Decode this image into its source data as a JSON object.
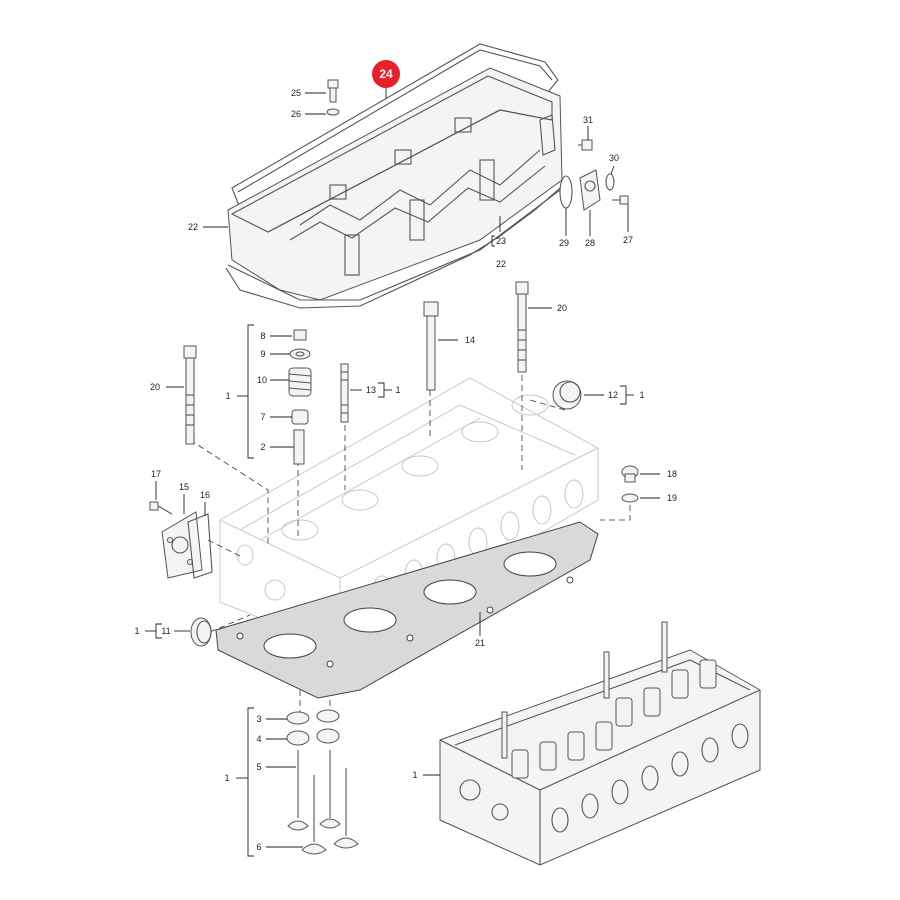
{
  "highlight": {
    "label": "24",
    "color": "#e8202a"
  },
  "callouts": {
    "c25": "25",
    "c26": "26",
    "c22a": "22",
    "c23": "23",
    "c22b": "22",
    "c31": "31",
    "c30": "30",
    "c27": "27",
    "c28": "28",
    "c29": "29",
    "c8": "8",
    "c9": "9",
    "c10": "10",
    "c7": "7",
    "c2": "2",
    "c1a": "1",
    "c20a": "20",
    "c14": "14",
    "c20b": "20",
    "c13": "13",
    "c1b": "1",
    "c12": "12",
    "c1c": "1",
    "c17": "17",
    "c15": "15",
    "c16": "16",
    "c18": "18",
    "c19": "19",
    "c11": "11",
    "c1d": "1",
    "c21": "21",
    "c3": "3",
    "c4": "4",
    "c5": "5",
    "c6": "6",
    "c1e": "1",
    "c1f": "1"
  }
}
